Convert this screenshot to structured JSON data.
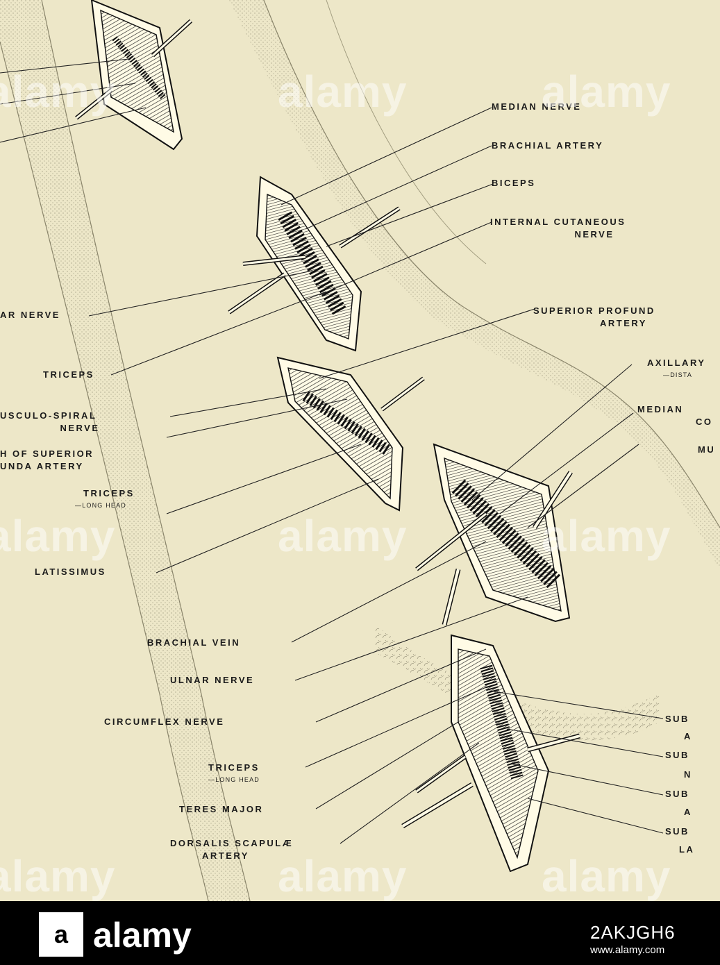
{
  "labels": {
    "median_nerve": "MEDIAN NERVE",
    "brachial_artery": "BRACHIAL ARTERY",
    "biceps": "BICEPS",
    "internal_cutaneous_1": "INTERNAL CUTANEOUS",
    "internal_cutaneous_2": "NERVE",
    "superior_profunda_1": "SUPERIOR PROFUND",
    "superior_profunda_2": "ARTERY",
    "axillary_1": "AXILLARY",
    "axillary_2": "—DISTA",
    "median_2_1": "MEDIAN",
    "median_2_2": "CO",
    "mu": "MU",
    "ar_nerve": "AR NERVE",
    "triceps_1": "TRICEPS",
    "musculo_spiral_1": "USCULO-SPIRAL",
    "musculo_spiral_2": "NERVE",
    "branch_superior_1": "H OF SUPERIOR",
    "branch_superior_2": "UNDA ARTERY",
    "triceps_2": "TRICEPS",
    "triceps_2_sub": "—LONG HEAD",
    "latissimus": "LATISSIMUS",
    "brachial_vein": "BRACHIAL VEIN",
    "ulnar_nerve": "ULNAR NERVE",
    "circumflex_nerve": "CIRCUMFLEX NERVE",
    "triceps_3": "TRICEPS",
    "triceps_3_sub": "—LONG HEAD",
    "teres_major": "TERES MAJOR",
    "dorsalis_1": "DORSALIS SCAPULÆ",
    "dorsalis_2": "ARTERY",
    "sub_a": "SUB",
    "sub_a_2": "A",
    "sub_b": "SUB",
    "sub_b_2": "N",
    "sub_c": "SUB",
    "sub_c_2": "A",
    "sub_d": "SUB",
    "sub_d_2": "LA"
  },
  "watermark": "alamy",
  "stock": {
    "logo": "alamy",
    "image_id": "2AKJGH6",
    "url": "www.alamy.com"
  },
  "colors": {
    "paper": "#ede7c8",
    "ink": "#1b1b1b",
    "bar": "#000000"
  }
}
